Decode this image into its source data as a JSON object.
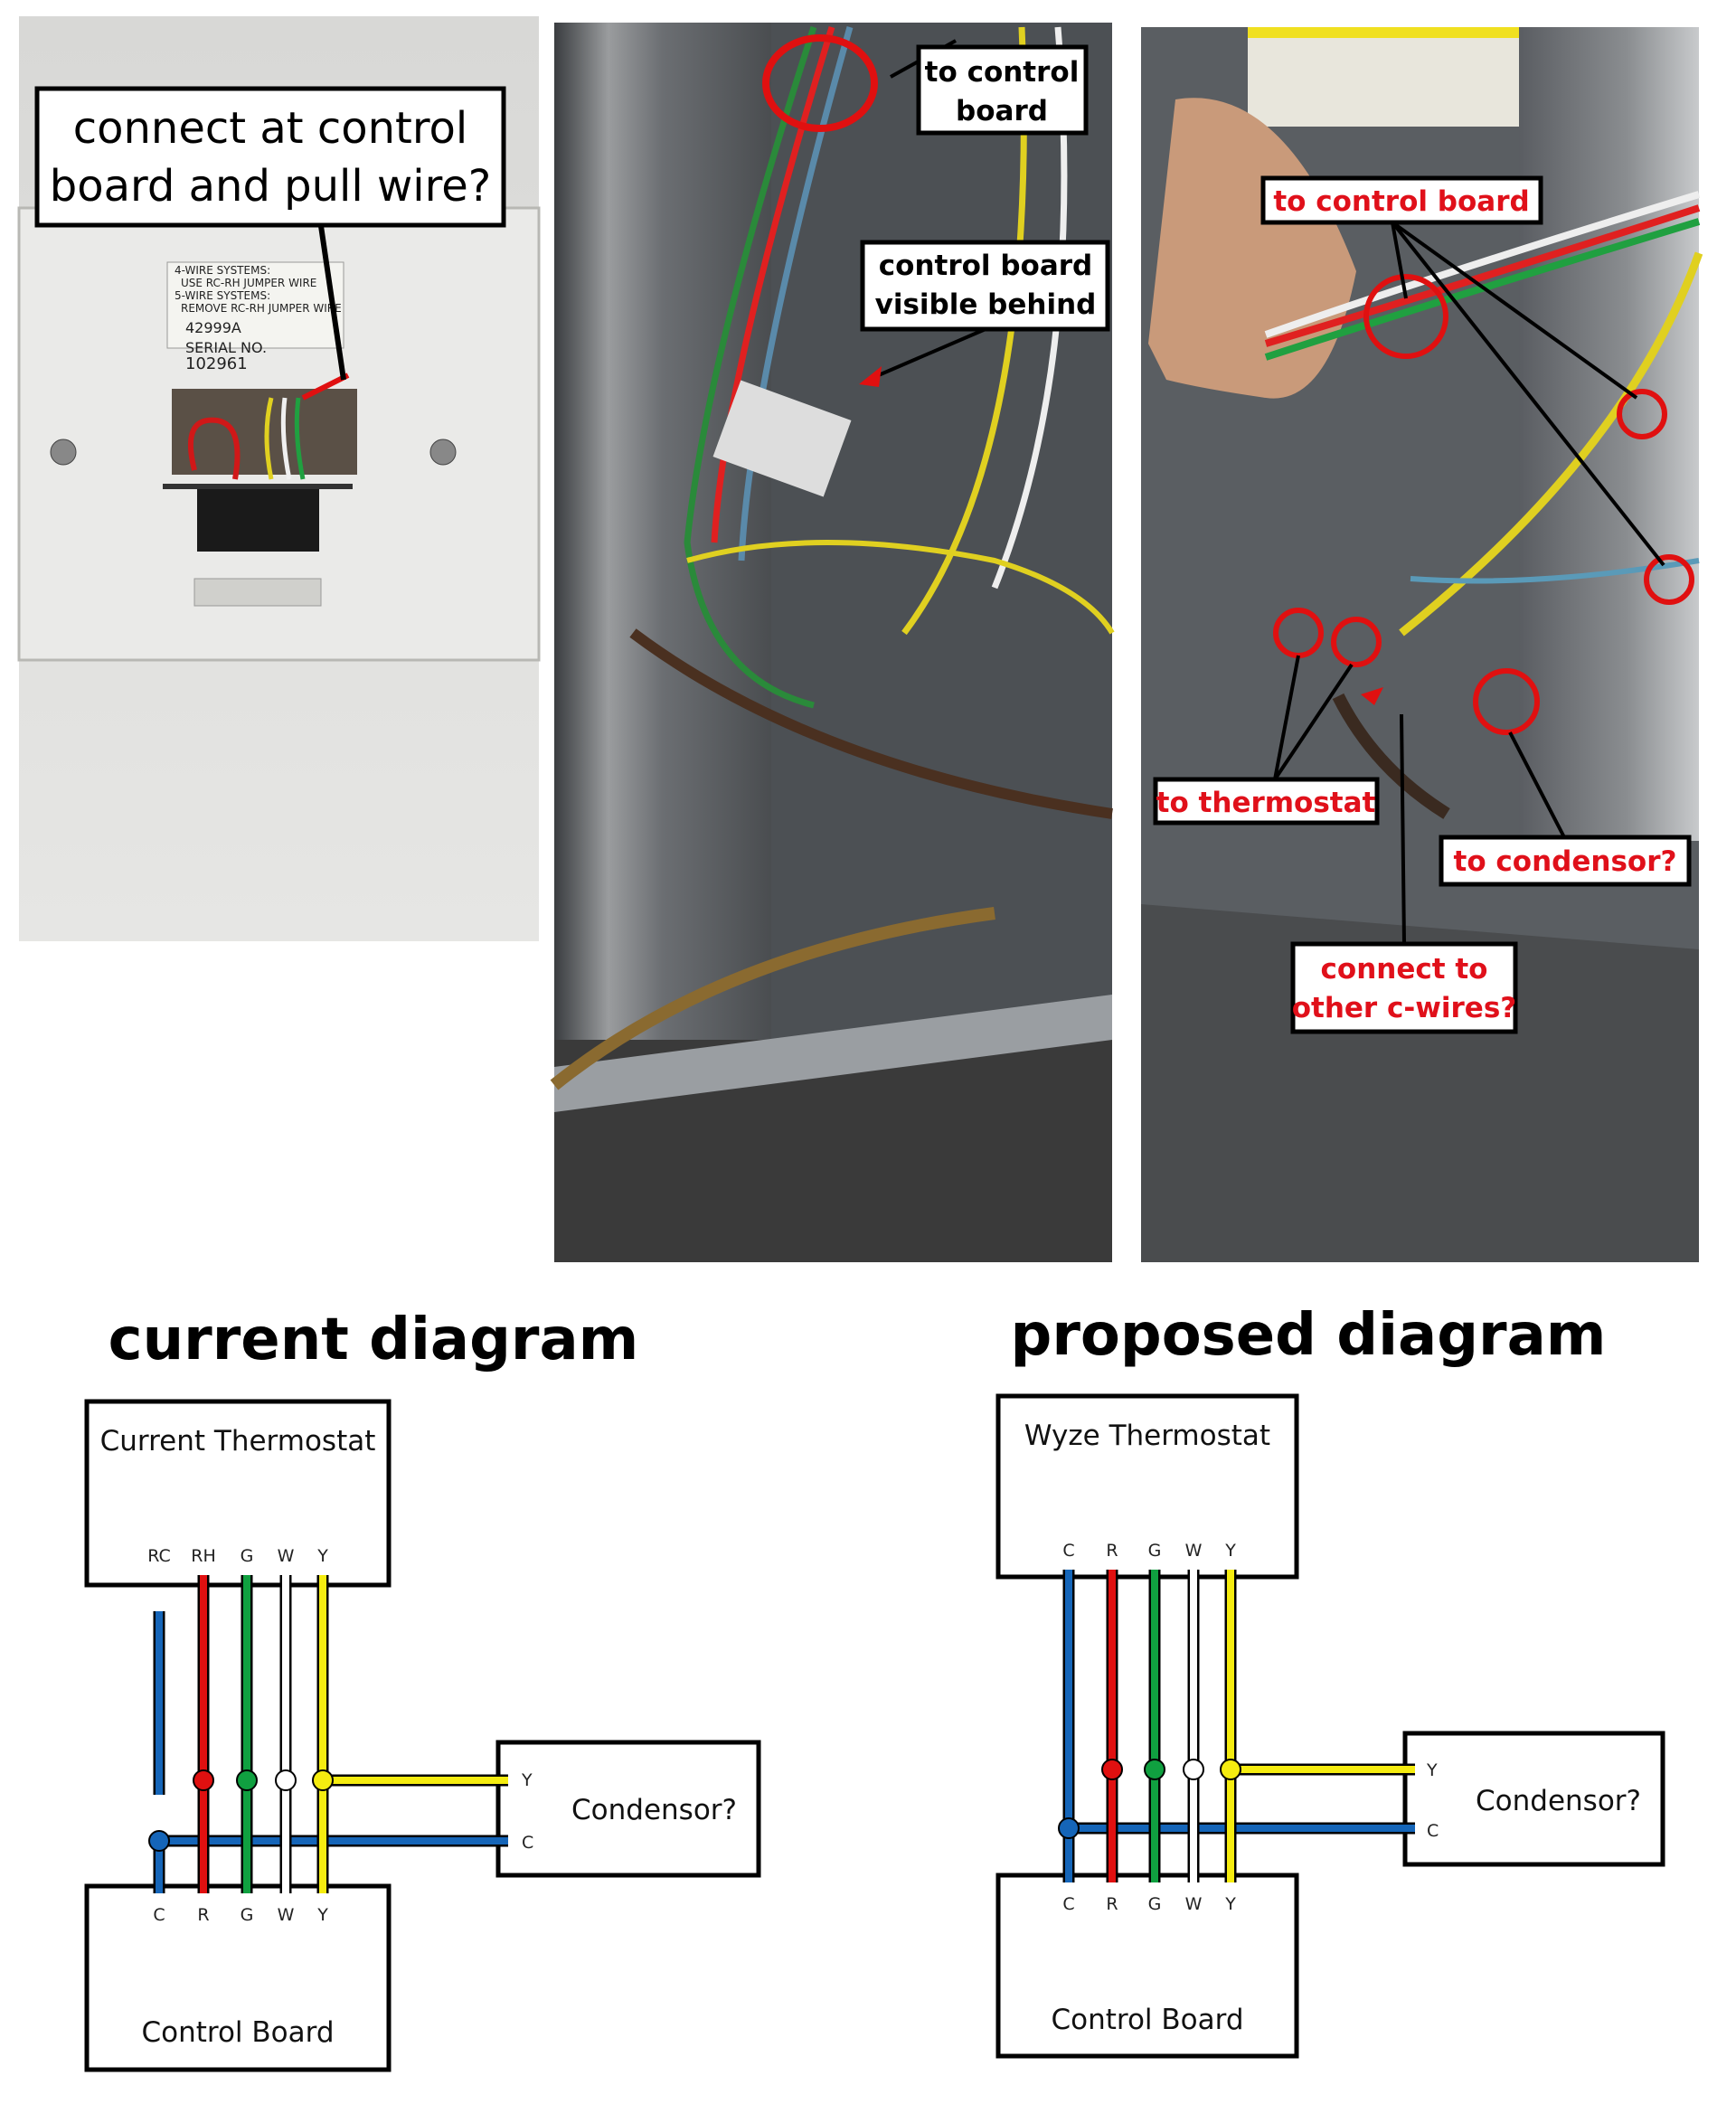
{
  "photos": {
    "thermostat_plate": {
      "annotation": [
        "connect at control",
        "board and pull wire?"
      ],
      "plate_text": [
        "4-WIRE SYSTEMS:",
        "USE RC-RH JUMPER WIRE",
        "5-WIRE SYSTEMS:",
        "REMOVE RC-RH JUMPER WIRE",
        "42999A",
        "SERIAL NO.",
        "102961"
      ]
    },
    "furnace_middle": {
      "annotation_1": [
        "to control",
        "board"
      ],
      "annotation_2": [
        "control board",
        "visible behind"
      ]
    },
    "furnace_right": {
      "to_control_board": "to control board",
      "to_thermostat": "to thermostat",
      "to_condensor": "to condensor?",
      "connect_c_wires": [
        "connect to",
        "other c-wires?"
      ]
    }
  },
  "current_diagram": {
    "title": "current diagram",
    "thermostat_label": "Current Thermostat",
    "thermostat_terminals": [
      "RC",
      "RH",
      "G",
      "W",
      "Y"
    ],
    "board_label": "Control Board",
    "board_terminals": [
      "C",
      "R",
      "G",
      "W",
      "Y"
    ],
    "condensor_label": "Condensor?",
    "condensor_terminals": [
      "Y",
      "C"
    ]
  },
  "proposed_diagram": {
    "title": "proposed diagram",
    "thermostat_label": "Wyze Thermostat",
    "thermostat_terminals": [
      "C",
      "R",
      "G",
      "W",
      "Y"
    ],
    "board_label": "Control Board",
    "board_terminals": [
      "C",
      "R",
      "G",
      "W",
      "Y"
    ],
    "condensor_label": "Condensor?",
    "condensor_terminals": [
      "Y",
      "C"
    ]
  },
  "colors": {
    "blue": "#1565b8",
    "red": "#e01010",
    "green": "#10a040",
    "white": "#ffffff",
    "yellow": "#f5ec10",
    "annotation_red": "#e0101a"
  }
}
